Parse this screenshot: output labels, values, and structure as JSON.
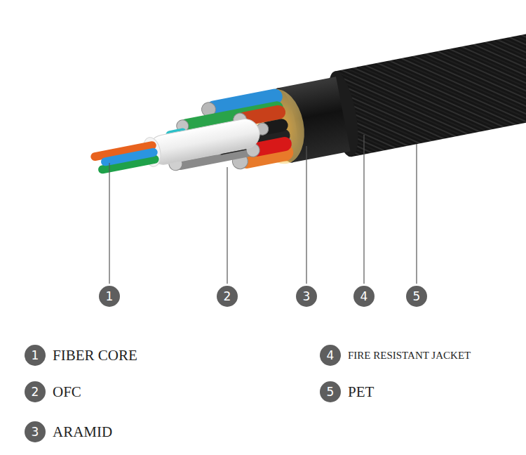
{
  "diagram": {
    "nodes": [
      {
        "text": [
          "1"
        ]
      },
      {
        "text": [
          "2"
        ]
      },
      {
        "text": [
          "3"
        ]
      },
      {
        "text": [
          "4"
        ]
      },
      {
        "text": [
          "5"
        ]
      },
      {
        "text": [
          "1",
          "FIBER CORE"
        ]
      },
      {
        "text": [
          "2",
          "OFC"
        ]
      },
      {
        "text": [
          "3",
          "ARAMID"
        ]
      },
      {
        "text": [
          "4",
          "FIRE RESISTANT JACKET"
        ]
      },
      {
        "text": [
          "5",
          "PET"
        ]
      }
    ]
  }
}
